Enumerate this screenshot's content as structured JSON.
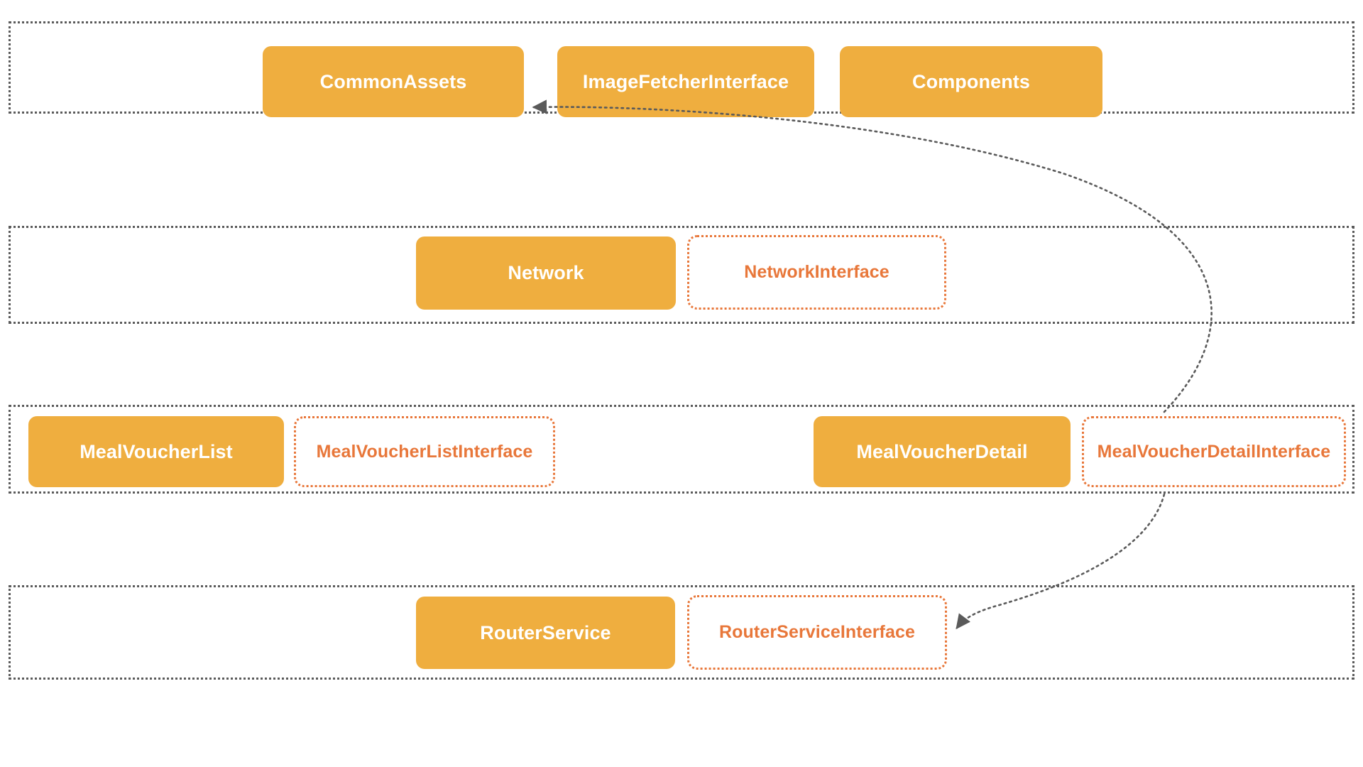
{
  "diagram": {
    "title": "Modular architecture layer diagram",
    "colors": {
      "implementation_fill": "#efae3f",
      "implementation_text": "#ffffff",
      "interface_border": "#e8773a",
      "interface_text": "#e8773a",
      "layer_border": "#5a5a5a",
      "arrow": "#5a5a5a",
      "background": "#ffffff"
    },
    "layers": [
      {
        "name": "layer-common",
        "nodes": [
          {
            "label": "CommonAssets",
            "kind": "implementation"
          },
          {
            "label": "ImageFetcherInterface",
            "kind": "implementation"
          },
          {
            "label": "Components",
            "kind": "implementation"
          }
        ]
      },
      {
        "name": "layer-network",
        "nodes": [
          {
            "label": "Network",
            "kind": "implementation"
          },
          {
            "label": "NetworkInterface",
            "kind": "interface"
          }
        ]
      },
      {
        "name": "layer-features",
        "nodes": [
          {
            "label": "MealVoucherList",
            "kind": "implementation"
          },
          {
            "label": "MealVoucherListInterface",
            "kind": "interface"
          },
          {
            "label": "MealVoucherDetail",
            "kind": "implementation"
          },
          {
            "label": "MealVoucherDetailInterface",
            "kind": "interface"
          }
        ]
      },
      {
        "name": "layer-router",
        "nodes": [
          {
            "label": "RouterService",
            "kind": "implementation"
          },
          {
            "label": "RouterServiceInterface",
            "kind": "interface"
          }
        ]
      }
    ],
    "edges": [
      {
        "name": "edge-detail-to-commonassets",
        "from": "MealVoucherDetailInterface",
        "to": "CommonAssets",
        "style": "dotted-curved-arrow"
      },
      {
        "name": "edge-detail-to-routerservice",
        "from": "MealVoucherDetailInterface",
        "to": "RouterServiceInterface",
        "style": "dotted-curved-arrow"
      }
    ]
  }
}
